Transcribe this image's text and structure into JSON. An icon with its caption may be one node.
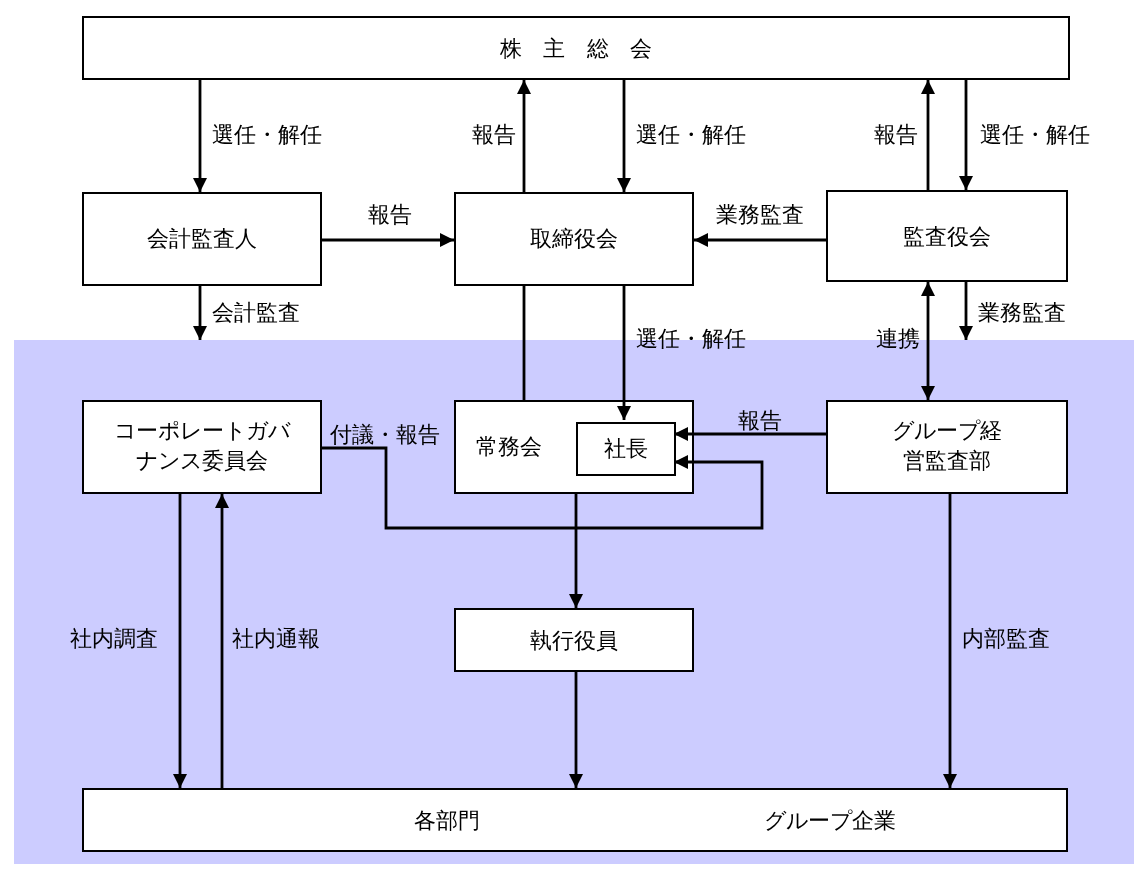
{
  "diagram": {
    "nodes": [
      {
        "text": [
          "株 主 総 会"
        ]
      },
      {
        "text": [
          "会計監査人"
        ]
      },
      {
        "text": [
          "取締役会"
        ]
      },
      {
        "text": [
          "監査役会"
        ]
      },
      {
        "text": [],
        "shape": "box"
      },
      {
        "text": [
          "コーポレートガバナンス委員会"
        ],
        "in": 4
      },
      {
        "text": [
          "常務会"
        ],
        "in": 4
      },
      {
        "text": [
          "社長"
        ],
        "in": 6
      },
      {
        "text": [
          "グループ経営監査部"
        ],
        "in": 4
      },
      {
        "text": [
          "執行役員"
        ],
        "in": 4
      },
      {
        "text": [
          "各部門",
          "グループ企業"
        ],
        "in": 4
      }
    ],
    "edges": [
      {
        "from": 0,
        "to": 1,
        "arrow": "to",
        "label": "選任・解任"
      },
      {
        "from": 2,
        "to": 0,
        "arrow": "to",
        "label": "報告"
      },
      {
        "from": 0,
        "to": 2,
        "arrow": "to",
        "label": "選任・解任"
      },
      {
        "from": 3,
        "to": 0,
        "arrow": "to",
        "label": "報告"
      },
      {
        "from": 0,
        "to": 3,
        "arrow": "to",
        "label": "選任・解任"
      },
      {
        "from": 1,
        "to": 2,
        "arrow": "to",
        "label": "報告"
      },
      {
        "from": 3,
        "to": 2,
        "arrow": "to",
        "label": "業務監査"
      },
      {
        "from": 1,
        "to": 4,
        "arrow": "to",
        "label": "会計監査"
      },
      {
        "from": 2,
        "to": 6,
        "arrow": "none"
      },
      {
        "from": 2,
        "to": 7,
        "arrow": "to",
        "label": "選任・解任"
      },
      {
        "from": 3,
        "to": 8,
        "arrow": "both",
        "label": "連携"
      },
      {
        "from": 3,
        "to": 4,
        "arrow": "to",
        "label": "業務監査"
      },
      {
        "from": 8,
        "to": 7,
        "arrow": "to",
        "label": "報告"
      },
      {
        "from": 5,
        "to": 7,
        "arrow": "to",
        "label": "付議・報告"
      },
      {
        "from": 6,
        "to": 9,
        "arrow": "to"
      },
      {
        "from": 5,
        "to": 10,
        "arrow": "to",
        "label": "社内調査"
      },
      {
        "from": 10,
        "to": 5,
        "arrow": "to",
        "label": "社内通報"
      },
      {
        "from": 9,
        "to": 10,
        "arrow": "to"
      },
      {
        "from": 8,
        "to": 10,
        "arrow": "to",
        "label": "内部監査"
      }
    ]
  }
}
